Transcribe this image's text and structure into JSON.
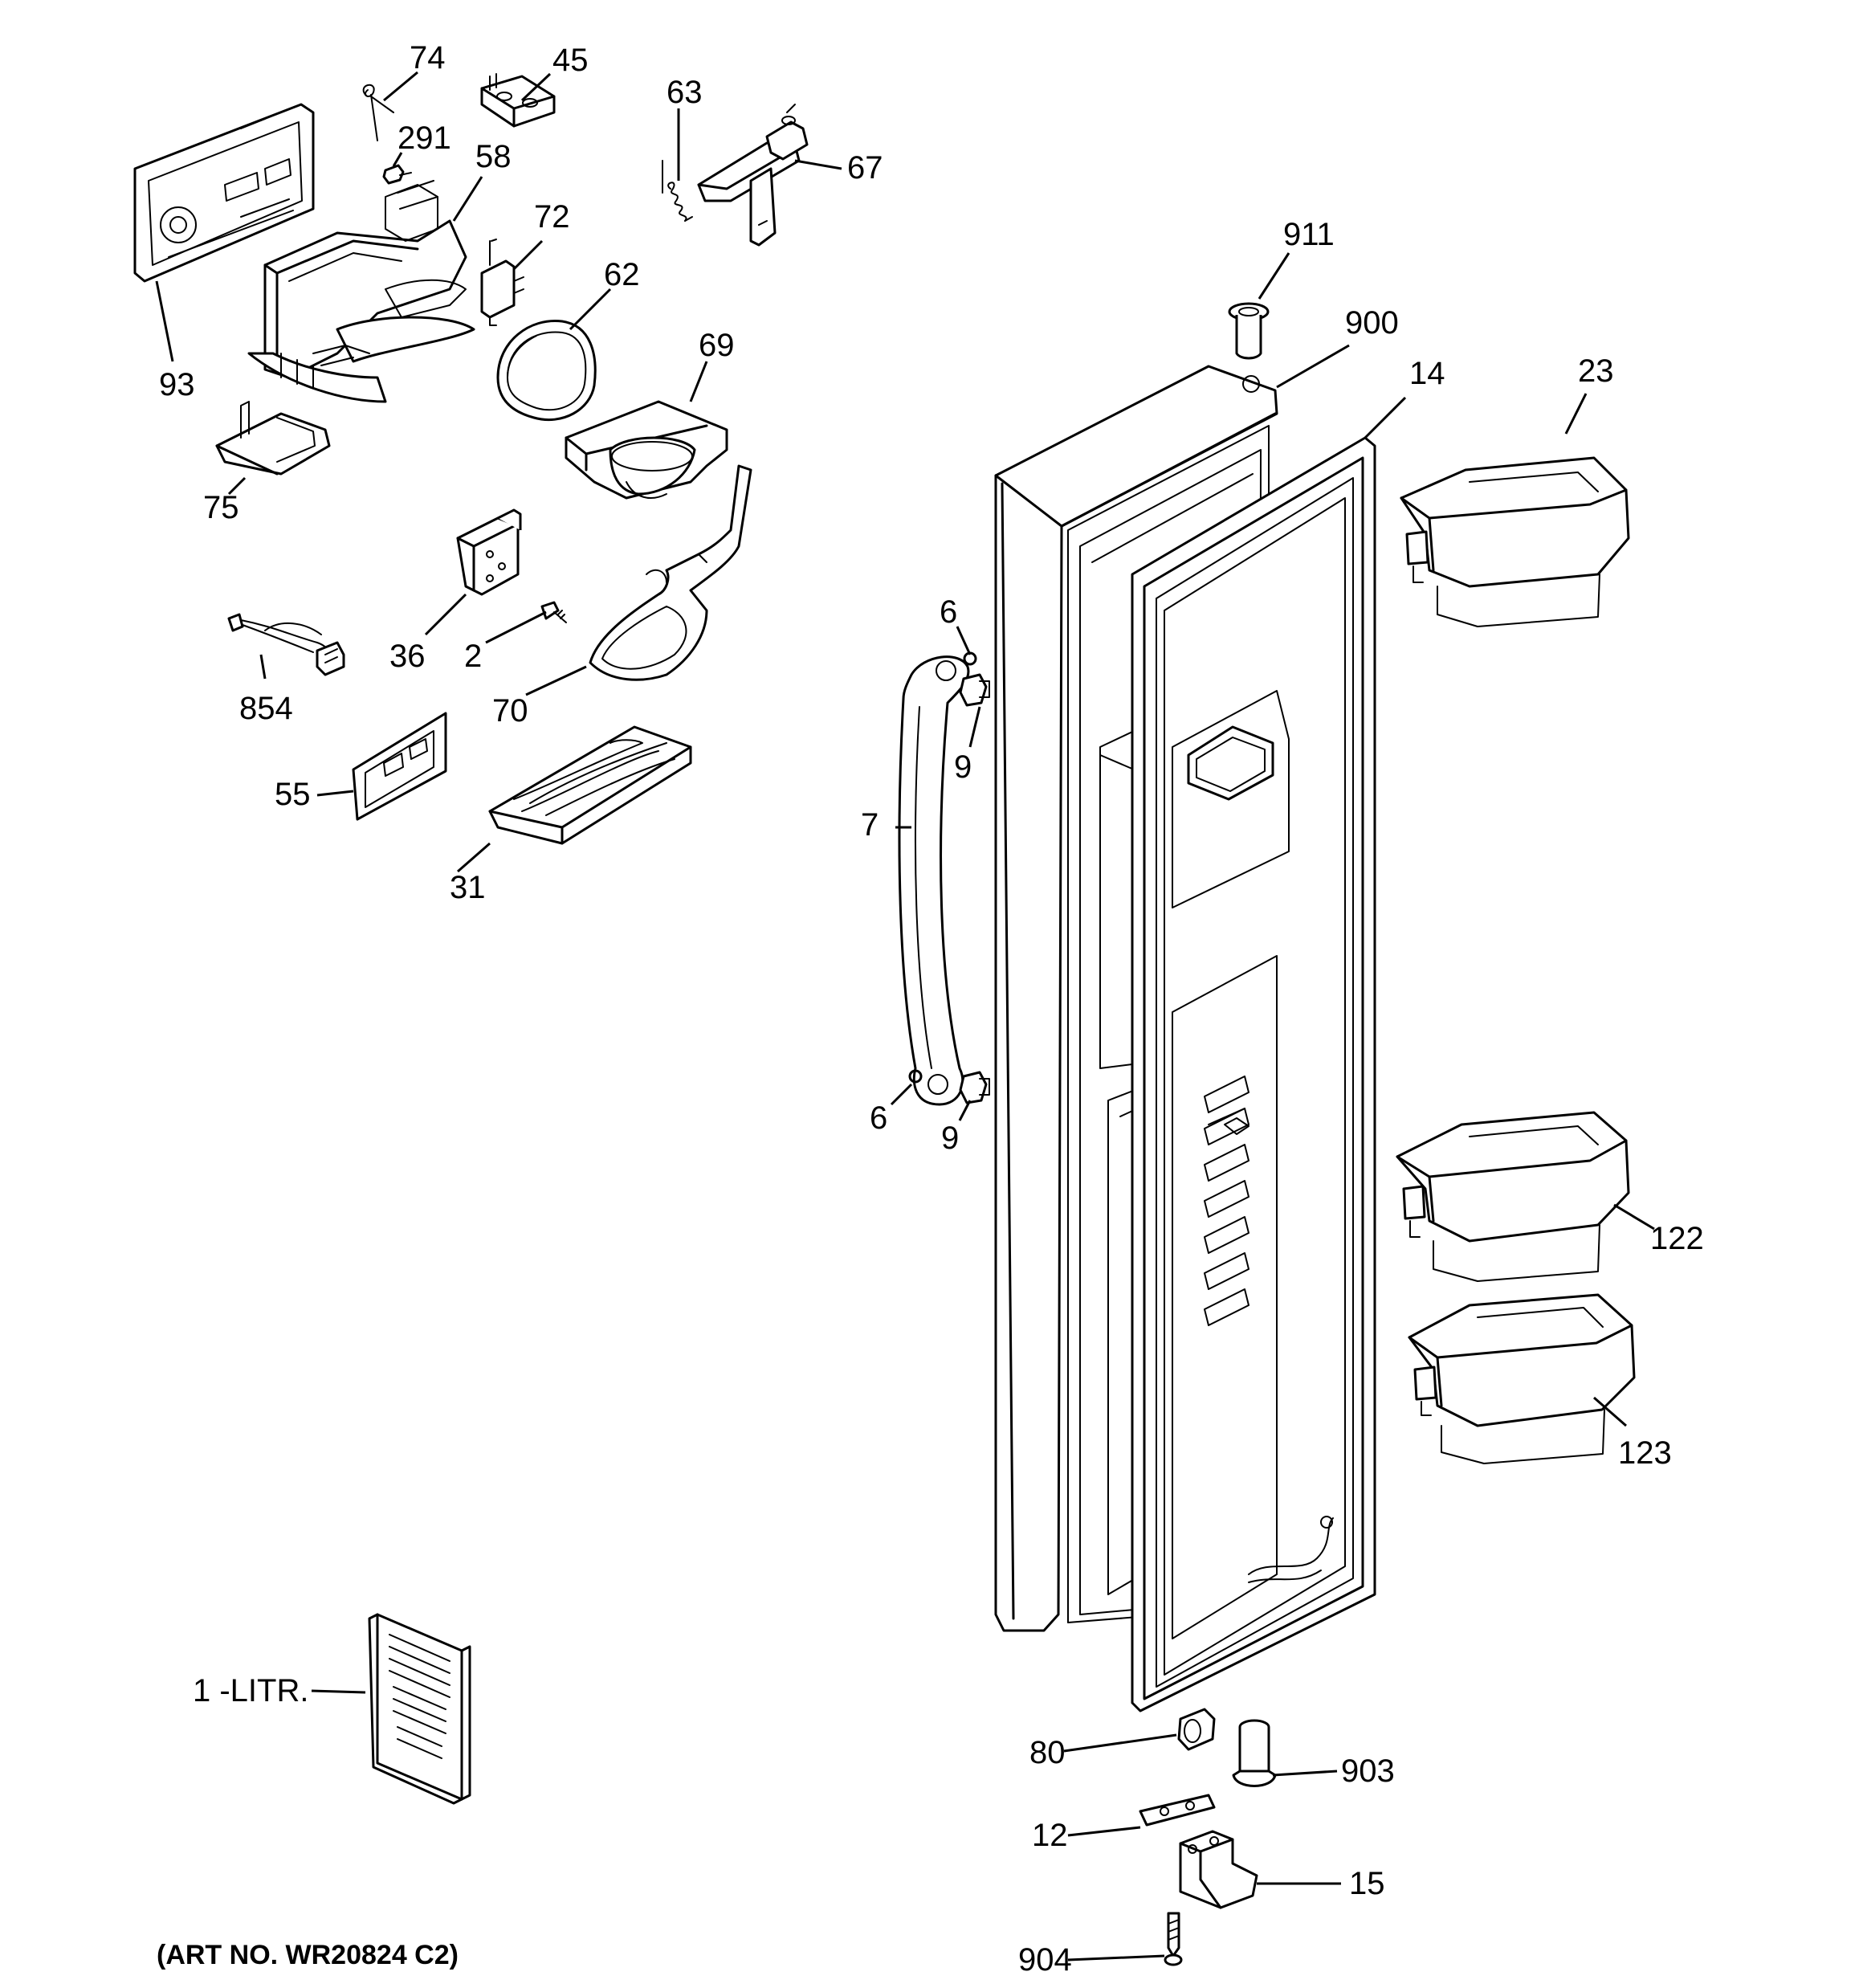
{
  "diagram": {
    "caption": "(ART NO. WR20824 C2)",
    "parts": [
      {
        "id": "74",
        "label": "74"
      },
      {
        "id": "45",
        "label": "45"
      },
      {
        "id": "63",
        "label": "63"
      },
      {
        "id": "291",
        "label": "291"
      },
      {
        "id": "58",
        "label": "58"
      },
      {
        "id": "67",
        "label": "67"
      },
      {
        "id": "72",
        "label": "72"
      },
      {
        "id": "911",
        "label": "911"
      },
      {
        "id": "62",
        "label": "62"
      },
      {
        "id": "900",
        "label": "900"
      },
      {
        "id": "69",
        "label": "69"
      },
      {
        "id": "14",
        "label": "14"
      },
      {
        "id": "23",
        "label": "23"
      },
      {
        "id": "93",
        "label": "93"
      },
      {
        "id": "75",
        "label": "75"
      },
      {
        "id": "6a",
        "label": "6"
      },
      {
        "id": "36",
        "label": "36"
      },
      {
        "id": "2",
        "label": "2"
      },
      {
        "id": "854",
        "label": "854"
      },
      {
        "id": "70",
        "label": "70"
      },
      {
        "id": "9a",
        "label": "9"
      },
      {
        "id": "55",
        "label": "55"
      },
      {
        "id": "7",
        "label": "7"
      },
      {
        "id": "31",
        "label": "31"
      },
      {
        "id": "6b",
        "label": "6"
      },
      {
        "id": "9b",
        "label": "9"
      },
      {
        "id": "122",
        "label": "122"
      },
      {
        "id": "123",
        "label": "123"
      },
      {
        "id": "1-litr",
        "label": "1 -LITR."
      },
      {
        "id": "80",
        "label": "80"
      },
      {
        "id": "903",
        "label": "903"
      },
      {
        "id": "12",
        "label": "12"
      },
      {
        "id": "15",
        "label": "15"
      },
      {
        "id": "904",
        "label": "904"
      }
    ]
  }
}
